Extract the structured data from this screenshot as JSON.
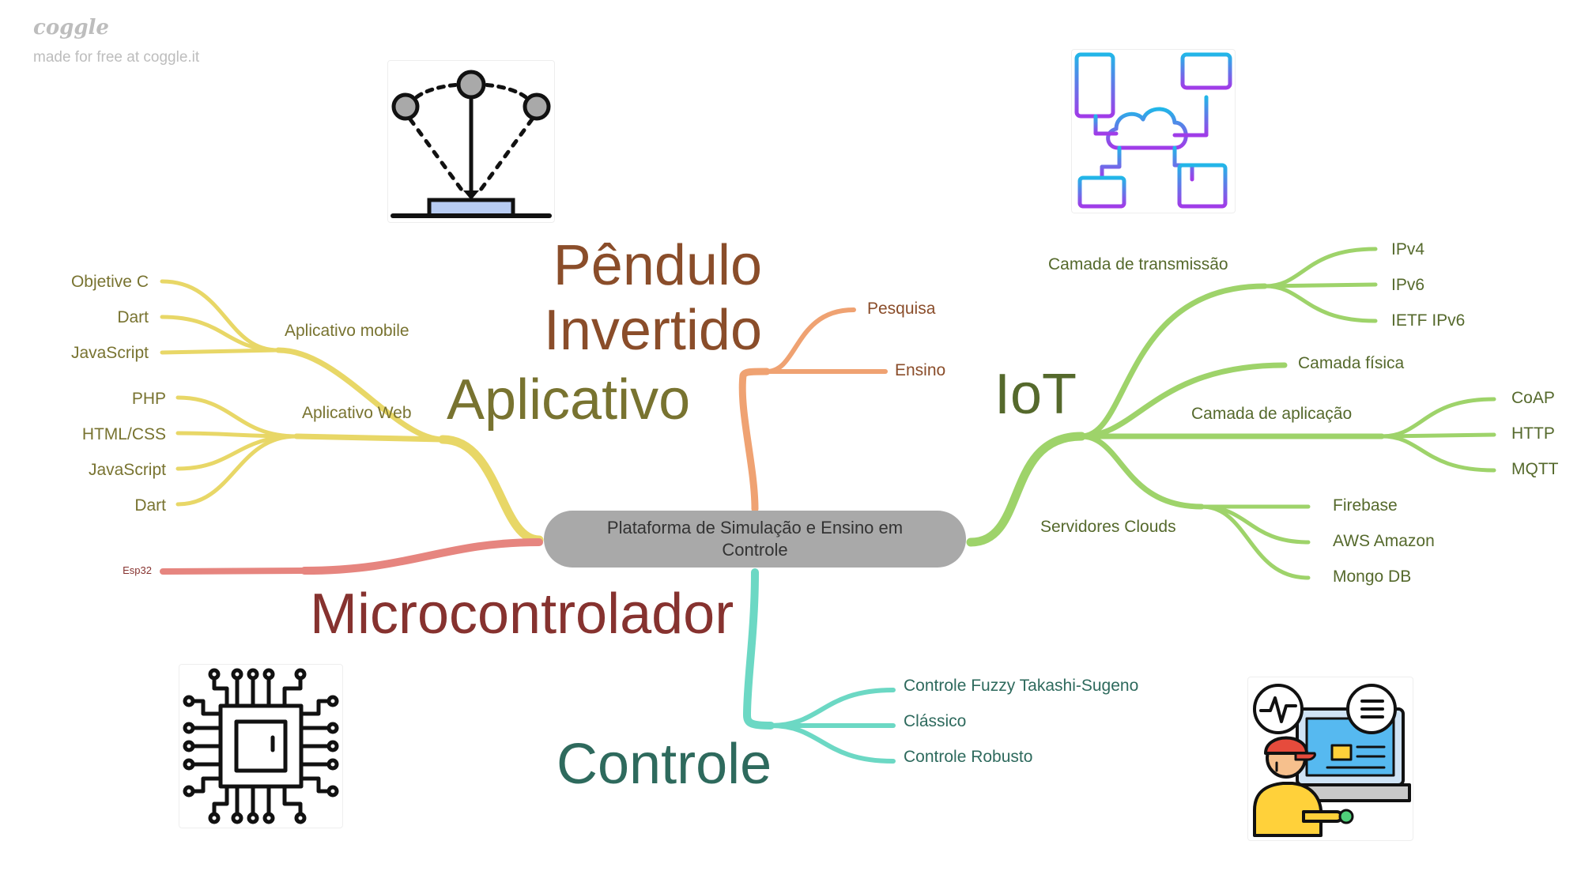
{
  "branding": {
    "logo": "coggle",
    "tagline": "made for free at coggle.it"
  },
  "center": {
    "label": "Plataforma de Simulação e Ensino em Controle"
  },
  "colors": {
    "aplicativo": "#e8d767",
    "microcontrolador": "#e6857f",
    "pendulo": "#efa272",
    "iot": "#9ed36a",
    "controle": "#6cd8c4",
    "center_fill": "#a9a9a9"
  },
  "topics": {
    "aplicativo": {
      "label": "Aplicativo",
      "mobile": {
        "label": "Aplicativo mobile",
        "items": [
          "Objetive C",
          "Dart",
          "JavaScript"
        ]
      },
      "web": {
        "label": "Aplicativo Web",
        "items": [
          "PHP",
          "HTML/CSS",
          "JavaScript",
          "Dart"
        ]
      }
    },
    "microcontrolador": {
      "label": "Microcontrolador",
      "items": [
        "Esp32"
      ]
    },
    "pendulo": {
      "label_line1": "Pêndulo",
      "label_line2": "Invertido",
      "items": [
        "Pesquisa",
        "Ensino"
      ]
    },
    "iot": {
      "label": "IoT",
      "transmissao": {
        "label": "Camada de transmissão",
        "items": [
          "IPv4",
          "IPv6",
          "IETF IPv6"
        ]
      },
      "fisica": {
        "label": "Camada física"
      },
      "aplicacao": {
        "label": "Camada de aplicação",
        "items": [
          "CoAP",
          "HTTP",
          "MQTT"
        ]
      },
      "servidores": {
        "label": "Servidores Clouds",
        "items": [
          "Firebase",
          "AWS Amazon",
          "Mongo DB"
        ]
      }
    },
    "controle": {
      "label": "Controle",
      "items": [
        "Controle Fuzzy Takashi-Sugeno",
        "Clássico",
        "Controle Robusto"
      ]
    }
  },
  "images": [
    "inverted-pendulum-icon",
    "cloud-network-icon",
    "microchip-icon",
    "engineer-monitor-icon"
  ]
}
